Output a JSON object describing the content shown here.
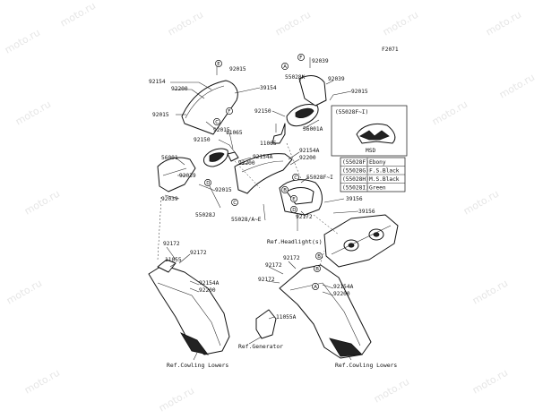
{
  "diagram": {
    "code": "F2071",
    "watermark": "moto.ru",
    "callouts": {
      "c92154_tl": "92154",
      "c92200_tl": "92200",
      "c92015_top": "92015",
      "c39154": "39154",
      "c92015_l": "92015",
      "c92015_mid": "92015",
      "c92150_l": "92150",
      "c11065_l": "11065",
      "c92154A_m": "92154A",
      "c92200_m": "92200",
      "c56001": "56001",
      "c92039_l": "92039",
      "c92015_ll": "92015",
      "c92039_ll": "92039",
      "c55028J": "55028J",
      "c55028AE": "55028/A~E",
      "c92039_tr": "92039",
      "c55028K": "55028K",
      "c92039_tr2": "92039",
      "c92015_tr": "92015",
      "c92150_r": "92150",
      "c11065_r": "11065",
      "c56001A": "56001A",
      "c92154A_r": "92154A",
      "c92200_r": "92200",
      "c55028F": "55028F~I",
      "c39156a": "39156",
      "c39156b": "39156",
      "c92172_mid": "92172",
      "c92172_bl": "92172",
      "c11055": "11055",
      "c92172_bl2": "92172",
      "c92154A_bl": "92154A",
      "c92200_bl": "92200",
      "c92172_br1": "92172",
      "c92172_br2": "92172",
      "c92172_br3": "92172",
      "c92154A_br": "92154A",
      "c92200_br": "92200",
      "c11055A": "11055A",
      "refHeadlight": "Ref.Headlight(s)",
      "refGenerator": "Ref.Generator",
      "refCowlingL": "Ref.Cowling Lowers",
      "refCowlingR": "Ref.Cowling Lowers"
    },
    "inset": {
      "title": "(55028F~I)",
      "sub": "MSD",
      "rows": [
        {
          "code": "(55028F)",
          "color": "Ebony"
        },
        {
          "code": "(55028G)",
          "color": "F.S.Black"
        },
        {
          "code": "(55028H)",
          "color": "M.S.Black"
        },
        {
          "code": "(55028I)",
          "color": "Green"
        }
      ]
    },
    "letters": {
      "A1": "A",
      "A2": "A",
      "B1": "B",
      "B2": "B",
      "B3": "B",
      "C1": "C",
      "C2": "C",
      "C3": "C",
      "D1": "D",
      "D2": "D",
      "E1": "E",
      "E2": "E",
      "F1": "F",
      "F2": "F"
    }
  }
}
